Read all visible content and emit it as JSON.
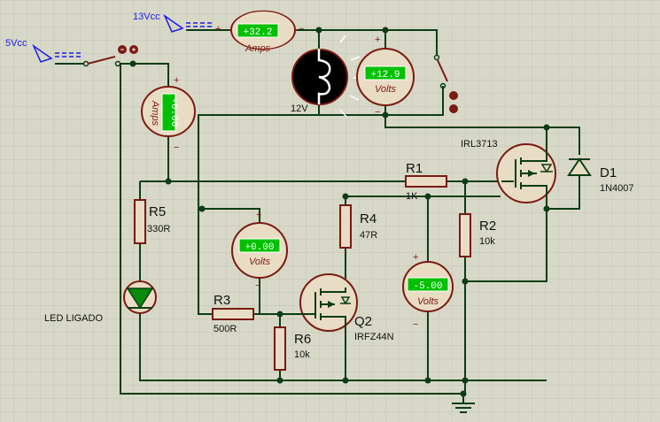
{
  "supplies": {
    "v5": "5Vcc",
    "v13": "13Vcc"
  },
  "meters": {
    "amps_main": {
      "reading": "+32.2",
      "unit": "Amps"
    },
    "amps_led": {
      "reading": "+0.00",
      "unit": "Amps"
    },
    "volts_lamp": {
      "reading": "+12.9",
      "unit": "Volts"
    },
    "volts_r3": {
      "reading": "+0.00",
      "unit": "Volts"
    },
    "volts_gate": {
      "reading": "-5.00",
      "unit": "Volts"
    }
  },
  "lamp": {
    "label": "12V"
  },
  "resistors": {
    "r1": {
      "name": "R1",
      "value": "1K"
    },
    "r2": {
      "name": "R2",
      "value": "10k"
    },
    "r3": {
      "name": "R3",
      "value": "500R"
    },
    "r4": {
      "name": "R4",
      "value": "47R"
    },
    "r5": {
      "name": "R5",
      "value": "330R"
    },
    "r6": {
      "name": "R6",
      "value": "10k"
    }
  },
  "transistors": {
    "q_top": {
      "name": "IRL3713"
    },
    "q2": {
      "name": "Q2",
      "part": "IRFZ44N"
    }
  },
  "diode": {
    "name": "D1",
    "part": "1N4007"
  },
  "led": {
    "label": "LED LIGADO"
  },
  "colors": {
    "background": "#d8d8c8",
    "grid": "#c4c4b4",
    "wire": "#0a3d14",
    "component": "#7a1a12",
    "component_fill": "#e9dcc4",
    "lcd": "#00c000",
    "supply_label": "#1a1aee",
    "led_fill": "#0a8a0a"
  }
}
